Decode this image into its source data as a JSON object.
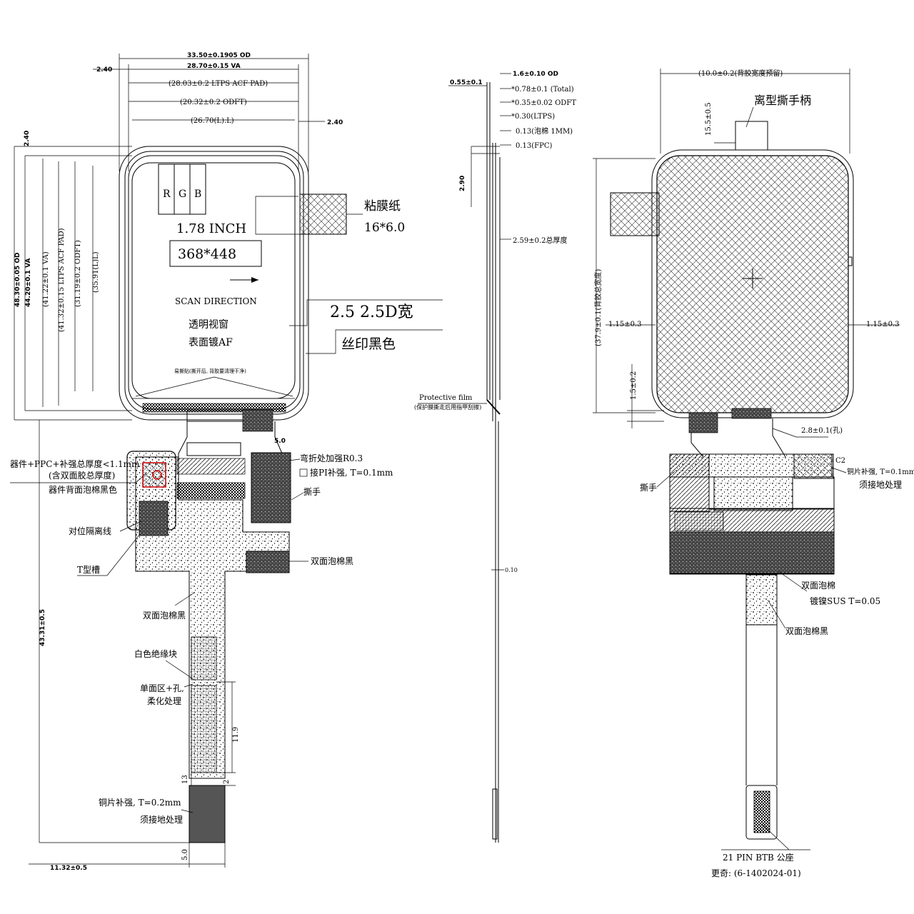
{
  "front": {
    "dims_top": [
      "33.50±0.1905 OD",
      "28.70±0.15 VA",
      "(28.03±0.2 LTPS ACF PAD)",
      "(20.32±0.2 ODFT)",
      "(26.70(L).L)"
    ],
    "margin_left": "2.40",
    "margin_right": "2.40",
    "margin_top_left": "2.40",
    "dims_left": [
      "48.30±0.05 OD",
      "44.20±0.1 VA",
      "(41.22±0.1 VA)",
      "(41.32±0.15 LTPS ACF PAD)",
      "(31.19±0.2 ODFT)",
      "(35.91(L)L)"
    ],
    "rgb": [
      "R",
      "G",
      "B"
    ],
    "size_label": "1.78 INCH",
    "resolution": "368*448",
    "scan_direction": "SCAN DIRECTION",
    "window_note_1": "透明视窗",
    "window_note_2": "表面镀AF",
    "easy_tear_note": "易撕贴(撕开后, 背胶要清理干净)",
    "film_label": "粘膜纸",
    "film_size": "16*6.0",
    "glass_edge": "2.5  2.5D宽",
    "silk_print": "丝印黑色",
    "dim_5_0": "5.0",
    "bend_note": "弯折处加强R0.3",
    "pi_stiffener": "接PI补强, T=0.1mm",
    "tear_handle": "撕手",
    "component_thickness": "器件+PPC+补强总厚度<1.1mm",
    "component_thickness_2": "(含双面胶总厚度)",
    "component_back": "器件背面泡棉黑色",
    "alignment_line": "对位隔离线",
    "t_slot": "T型槽",
    "double_foam_black": "双面泡棉黑",
    "double_foam_black_2": "双面泡棉黑",
    "white_insulation": "白色绝缘块",
    "single_side": "单面区+孔,",
    "softened": "柔化处理",
    "dim_11_9": "11.9",
    "dim_13": "13",
    "dim_2": "2",
    "copper_stiffener": "铜片补强, T=0.2mm",
    "ground_required": "须接地处理",
    "dim_43_31": "43.31±0.5",
    "dim_11_32": "11.32±0.5",
    "dim_5_0_bottom": "5.0"
  },
  "side": {
    "left_dim": "0.55±0.1",
    "layers": [
      "1.6±0.10 OD",
      "*0.78±0.1 (Total)",
      "*0.35±0.02 ODFT",
      "*0.30(LTPS)",
      "0.13(泡棉 1MM)",
      "0.13(FPC)"
    ],
    "dim_2_90": "2.90",
    "total_thickness": "2.59±0.2总厚度",
    "protective_film": "Protective film",
    "protective_film_note": "(保护膜撕走后用指甲刮擦)",
    "dim_0_10": "0.10"
  },
  "back": {
    "top_dim": "(10.0±0.2(背胶宽度预留)",
    "release_handle": "离型撕手柄",
    "dim_15_5": "15.5±0.5",
    "height_dim": "(37.9±0.1(背胶总宽度)",
    "left_margin": "1.15±0.3",
    "right_margin": "1.15±0.3",
    "dim_1_5": "1.5±0.2",
    "hole_dim": "2.8±0.1(孔)",
    "c2": "C2",
    "copper_stiffener": "铜片补强, T=0.1mm",
    "ground_required": "须接地处理",
    "tear_handle": "撕手",
    "double_foam": "双面泡棉",
    "nickel_sus": "镀镍SUS  T=0.05",
    "double_foam_black": "双面泡棉黑",
    "btb": "21 PIN BTB 公座",
    "part_no": "更奇:  (6-1402024-01)"
  }
}
